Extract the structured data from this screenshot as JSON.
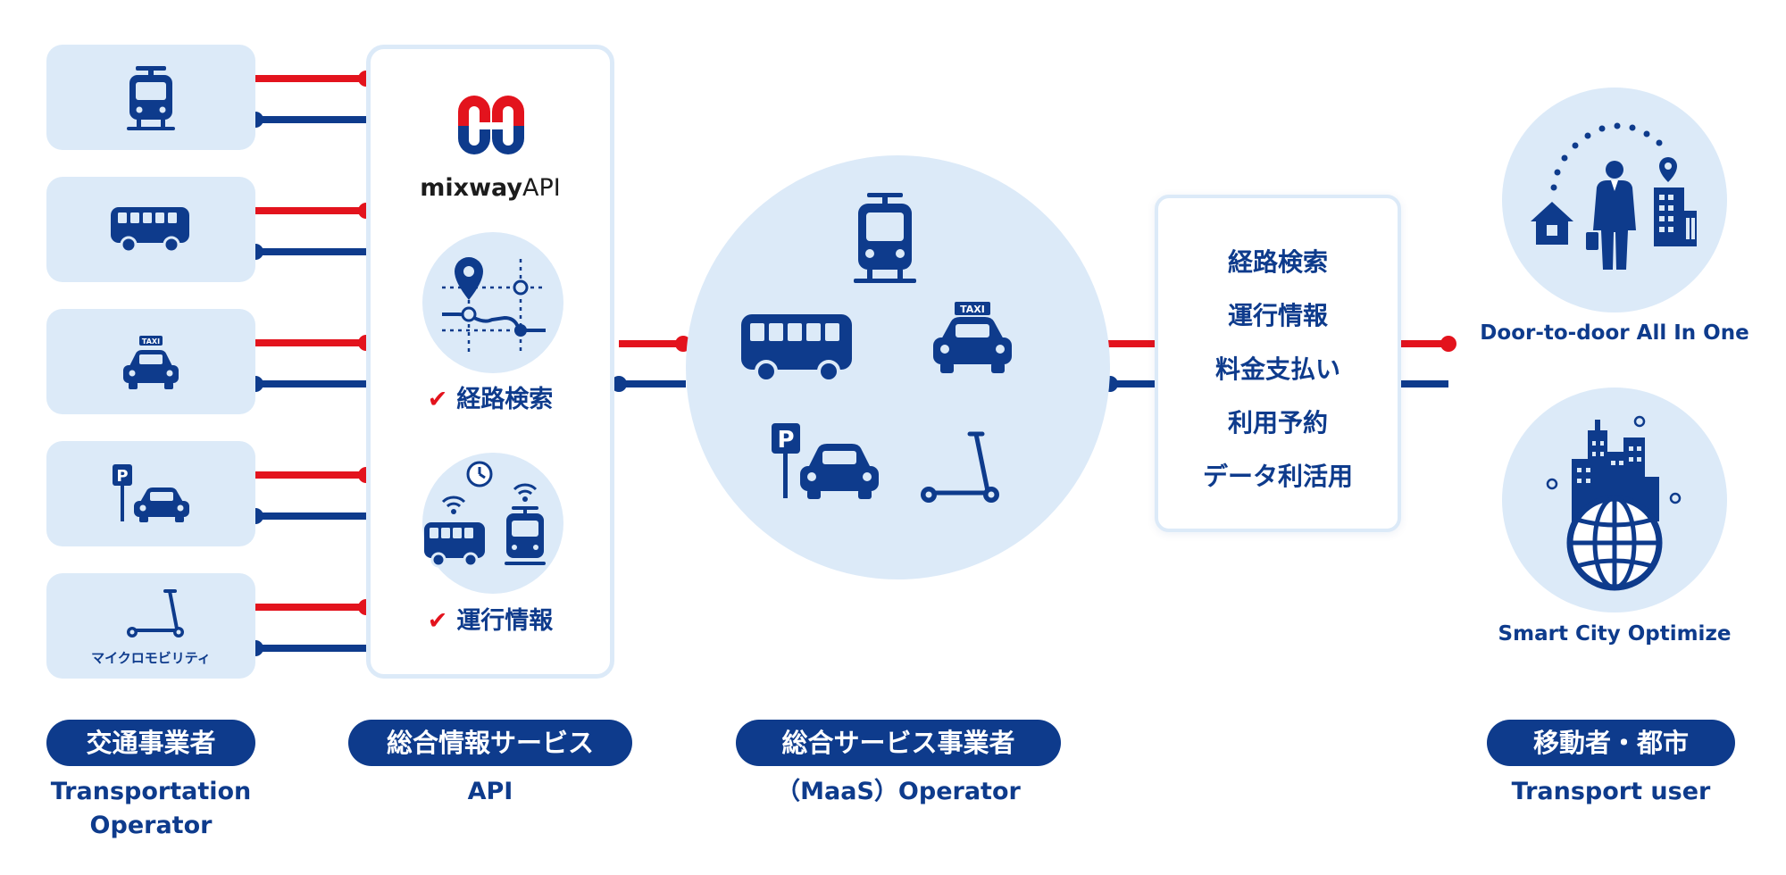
{
  "colors": {
    "navy": "#0e3b8c",
    "red": "#e3131d",
    "light_blue": "#dceaf8",
    "white": "#ffffff"
  },
  "operators": {
    "items": [
      {
        "icon": "train-icon"
      },
      {
        "icon": "bus-icon"
      },
      {
        "icon": "taxi-icon",
        "taxi_text": "TAXI"
      },
      {
        "icon": "parking-car-icon",
        "parking_letter": "P"
      },
      {
        "icon": "scooter-icon",
        "label": "マイクロモビリティ"
      }
    ]
  },
  "api_panel": {
    "logo_word": "mixway",
    "logo_suffix": "API",
    "features": [
      {
        "label": "経路検索",
        "icon": "route-map-icon"
      },
      {
        "label": "運行情報",
        "icon": "live-transit-info-icon"
      }
    ]
  },
  "maas_circle": {
    "icons": [
      "train-icon",
      "bus-icon",
      "taxi-icon",
      "parking-car-icon",
      "scooter-icon"
    ],
    "taxi_text": "TAXI",
    "parking_letter": "P"
  },
  "services": {
    "items": [
      "経路検索",
      "運行情報",
      "料金支払い",
      "利用予約",
      "データ利活用"
    ]
  },
  "users": {
    "door_caption": "Door-to-door All In One",
    "city_caption": "Smart City Optimize"
  },
  "columns": [
    {
      "pill": "交通事業者",
      "sub_line1": "Transportation",
      "sub_line2": "Operator"
    },
    {
      "pill": "総合情報サービス",
      "sub": "API"
    },
    {
      "pill": "総合サービス事業者",
      "sub": "（MaaS）Operator"
    },
    {
      "pill": "移動者・都市",
      "sub": "Transport user"
    }
  ]
}
